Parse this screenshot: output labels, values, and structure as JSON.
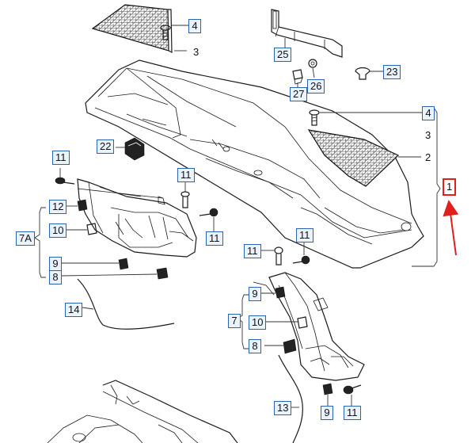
{
  "diagram": {
    "callouts": {
      "c4_top": "4",
      "c3_top": "3",
      "c25": "25",
      "c23": "23",
      "c26": "26",
      "c27": "27",
      "c4_right": "4",
      "c3_right": "3",
      "c2": "2",
      "c1": "1",
      "c22": "22",
      "c11_a": "11",
      "c11_b": "11",
      "c11_c": "11",
      "c12": "12",
      "c7a": "7A",
      "c10_left": "10",
      "c9_left": "9",
      "c8_left": "8",
      "c14": "14",
      "c11_d": "11",
      "c11_e": "11",
      "c9_right": "9",
      "c7": "7",
      "c10_right": "10",
      "c8_right": "8",
      "c13": "13",
      "c9_bottom": "9",
      "c11_f": "11"
    },
    "colors": {
      "callout_border": "#2b63b5",
      "callout_fill": "#eaf2fc",
      "highlight": "#e01f1f"
    }
  }
}
